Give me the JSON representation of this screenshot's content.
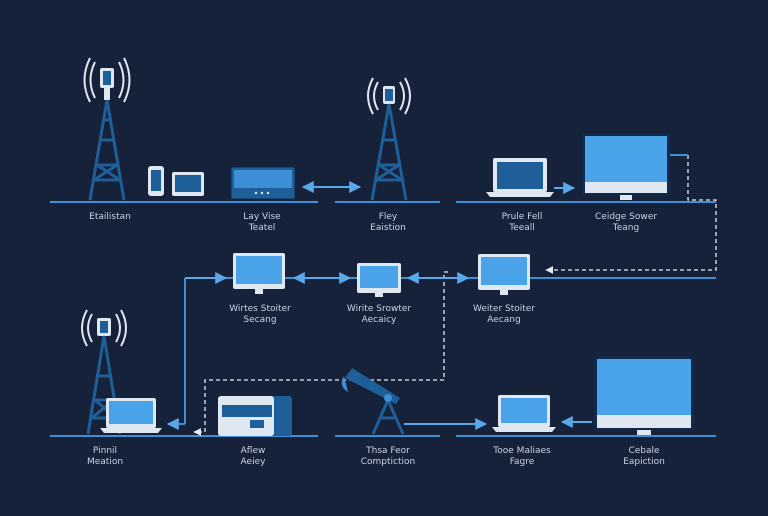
{
  "colors": {
    "background": "#16213a",
    "line": "#3d8fd6",
    "line_light": "#5aa8ec",
    "screen": "#4aa3e8",
    "frame": "#0f2a4c",
    "device_light": "#dfe7f1",
    "tower": "#1e5f99",
    "label": "#c9d3e2",
    "dashed": "#e6ecf4"
  },
  "labels": [
    {
      "id": "label-1",
      "lines": [
        "Etailistan"
      ]
    },
    {
      "id": "label-2",
      "lines": [
        "Lay Vise",
        "Teatel"
      ]
    },
    {
      "id": "label-3",
      "lines": [
        "Fley",
        "Eaistion"
      ]
    },
    {
      "id": "label-4",
      "lines": [
        "Prule Fell",
        "Teeall"
      ]
    },
    {
      "id": "label-5",
      "lines": [
        "Ceidge Sower",
        "Teang"
      ]
    },
    {
      "id": "label-6",
      "lines": [
        "Wirtes Stoiter",
        "Secang"
      ]
    },
    {
      "id": "label-7",
      "lines": [
        "Wirite Srowter",
        "Aecaicy"
      ]
    },
    {
      "id": "label-8",
      "lines": [
        "Weiter Stoiter",
        "Aecang"
      ]
    },
    {
      "id": "label-9",
      "lines": [
        "Pinnil",
        "Meation"
      ]
    },
    {
      "id": "label-10",
      "lines": [
        "Aflew",
        "Aeiey"
      ]
    },
    {
      "id": "label-11",
      "lines": [
        "Thsa Feor",
        "Comptiction"
      ]
    },
    {
      "id": "label-12",
      "lines": [
        "Tooe Maliaes",
        "Fagre"
      ]
    },
    {
      "id": "label-13",
      "lines": [
        "Cebale",
        "Eapiction"
      ]
    }
  ]
}
